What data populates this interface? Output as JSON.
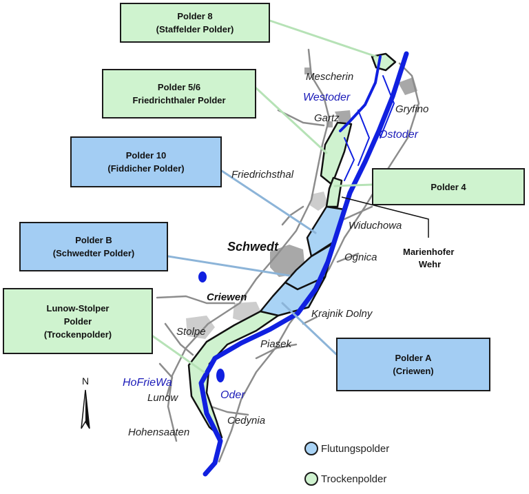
{
  "colors": {
    "flood_polder": "#a9d3f5",
    "dry_polder": "#cff2cf",
    "box_flood": "#a3cdf3",
    "box_dry": "#cff3cf",
    "river": "#1020e0",
    "river_label": "#1a1ab8",
    "roads": "#8c8c8c",
    "urban": "#a8a8a8"
  },
  "boxes": {
    "polder8": "Polder 8\n(Staffelder Polder)",
    "polder56": "Polder 5/6\nFriedrichthaler Polder",
    "polder10": "Polder 10\n(Fiddicher Polder)",
    "polder4": "Polder 4",
    "polderB": "Polder B\n(Schwedter Polder)",
    "lunow": "Lunow-Stolper\nPolder\n(Trockenpolder)",
    "polderA": "Polder A\n(Criewen)"
  },
  "places": {
    "mescherin": "Mescherin",
    "gartz": "Gartz",
    "gryfino": "Gryfino",
    "friedrichsthal": "Friedrichsthal",
    "widuchowa": "Widuchowa",
    "schwedt": "Schwedt",
    "ognica": "Ognica",
    "criewen": "Criewen",
    "krajnik": "Krajnik Dolny",
    "stolpe": "Stolpe",
    "piasek": "Piasek",
    "lunow": "Lunow",
    "cedynia": "Cedynia",
    "hohensaaten": "Hohensaaten"
  },
  "rivers": {
    "westoder": "Westoder",
    "ostoder": "Ostoder",
    "oder": "Oder",
    "hofriewa": "HoFrieWa"
  },
  "weir_label": "Marienhofer\nWehr",
  "north_label": "N",
  "legend": {
    "flood": "Flutungspolder",
    "dry": "Trockenpolder"
  }
}
